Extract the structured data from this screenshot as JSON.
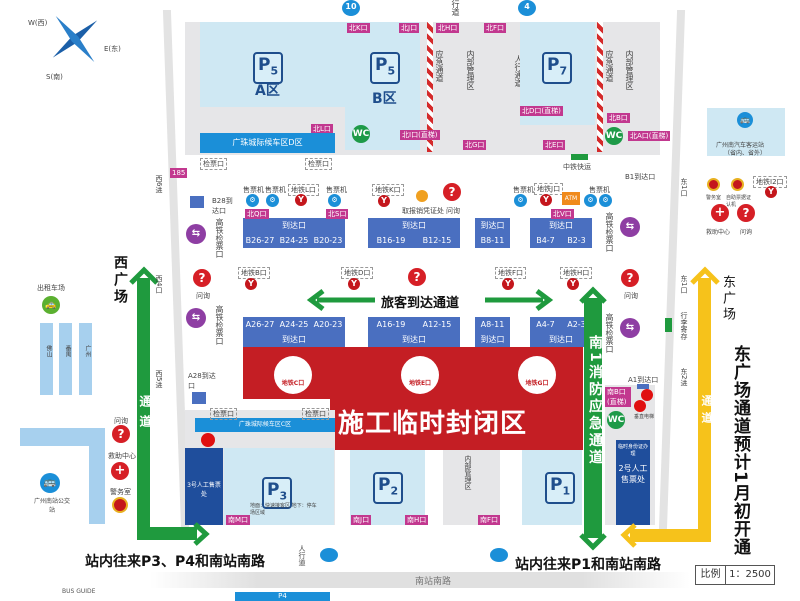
{
  "compass": {
    "west": "W(西)",
    "east": "E(东)",
    "south": "S(南)"
  },
  "north_zone": {
    "p5": "P",
    "p5_sub": "5",
    "zone_a": "A区",
    "zone_b": "B区",
    "p7": "P",
    "p7_sub": "7",
    "emergency": "应急通道",
    "internal": "内部管理区",
    "ped": "人行通道",
    "ped_top": "行道",
    "d_hall": "广珠城际候车区D区",
    "gates": [
      "北K口",
      "北J口",
      "北H口",
      "北F口",
      "北I口",
      "北I口(直梯)",
      "北G口",
      "北D口(直梯)",
      "北E口",
      "北B口",
      "北A口(直梯)",
      "北L口"
    ],
    "ticket_check": "检票口",
    "cr_express": "中铁快运",
    "b1": "B1到达口",
    "b28": "B28到达口",
    "bus_10": "10",
    "bus_4": "4",
    "num185": "185"
  },
  "arrivals_b": {
    "label": "到达口",
    "groups": [
      [
        "B26-27",
        "B24-25",
        "B20-23"
      ],
      [
        "B16-19",
        "B12-15"
      ],
      [
        "B8-11"
      ],
      [
        "B4-7",
        "B2-3"
      ]
    ],
    "gates": [
      "北Q口",
      "北S口",
      "北V口"
    ]
  },
  "arrivals_a": {
    "label": "到达口",
    "groups": [
      [
        "A26-27",
        "A24-25",
        "A20-23"
      ],
      [
        "A16-19",
        "A12-15"
      ],
      [
        "A8-11"
      ],
      [
        "A4-7",
        "A2-3"
      ]
    ]
  },
  "facilities": {
    "ticket_machine": "售票机",
    "metro_l": "地铁L口",
    "metro_k": "地铁K口",
    "metro_j": "地铁J口",
    "metro_b": "地铁B口",
    "metro_d": "地铁D口",
    "metro_f": "地铁F口",
    "metro_h": "地铁H口",
    "metro_c": "地铁C口",
    "metro_e": "地铁E口",
    "metro_g": "地铁G口",
    "metro_i2": "地铁I2口",
    "atm": "ATM",
    "collect": "取报销凭证处",
    "inquiry": "问询",
    "hsr_check": "高铁检票口",
    "luggage": "行李寄存",
    "elevator": "垂直电梯",
    "first_aid": "救助中心",
    "police": "警务室",
    "self_cert": "自助票据证认机"
  },
  "arrival_passage": "旅客到达通道",
  "closure": "施工临时封闭区",
  "south_fire": "南1消防应急通道",
  "south_zone": {
    "p3": "P",
    "p3_sub": "3",
    "p2": "P",
    "p2_sub": "2",
    "p1": "P",
    "p1_sub": "1",
    "c_hall": "广珠城际候车区C区",
    "ticket3": "3号人工售票处",
    "ticket2": "2号人工售票处",
    "temp_id": "临时身份证办理",
    "p3_note": "地面：快速接客区 地下：停车场区域",
    "gates": [
      "南M口",
      "南J口",
      "南H口",
      "南F口",
      "南B口(直梯)"
    ],
    "a1": "A1到达口",
    "a28": "A28到达口",
    "internal": "内部管理区"
  },
  "west": {
    "square": "西广场",
    "passage": "通道",
    "exits": [
      "西6进",
      "西4口",
      "西5进"
    ],
    "taxi": "出租车场",
    "taxi_lanes": [
      "佛山",
      "番禺",
      "广州"
    ],
    "bus": "广州南站公交站",
    "bus_guide": "BUS GUIDE"
  },
  "east": {
    "square": "东广场",
    "passage": "通道",
    "exits": [
      "东1口",
      "东1口",
      "东2进"
    ],
    "coach": "广州南汽车客运站",
    "coach_sub": "（省内、省外）",
    "notice": "东广场通道预计1月初开通"
  },
  "bottom": {
    "left_text": "站内往来P3、P4和南站南路",
    "right_text": "站内往来P1和南站南路",
    "road": "南站南路",
    "p4": "P4",
    "scale_label": "比例",
    "scale_value": "1：2500",
    "ped": "人行道"
  },
  "colors": {
    "green": "#1f9a3e",
    "yellow": "#f6c21b",
    "closure_red": "#c41e24",
    "parking": "#cfe8f3",
    "arrival_blue": "#4a6fc0"
  }
}
